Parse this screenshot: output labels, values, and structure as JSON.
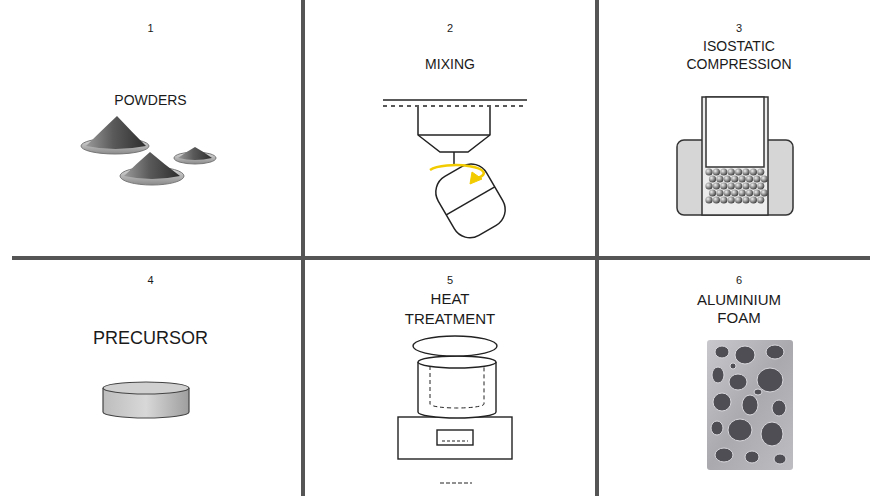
{
  "diagram": {
    "nodes": [
      {
        "text": [
          "1",
          "POWDERS"
        ]
      },
      {
        "text": [
          "2",
          "MIXING"
        ]
      },
      {
        "text": [
          "3",
          "ISOSTATIC COMPRESSION"
        ]
      },
      {
        "text": [
          "4",
          "PRECURSOR"
        ]
      },
      {
        "text": [
          "5",
          "HEAT TREATMENT"
        ]
      },
      {
        "text": [
          "6",
          "ALUMINIUM FOAM"
        ]
      }
    ]
  }
}
